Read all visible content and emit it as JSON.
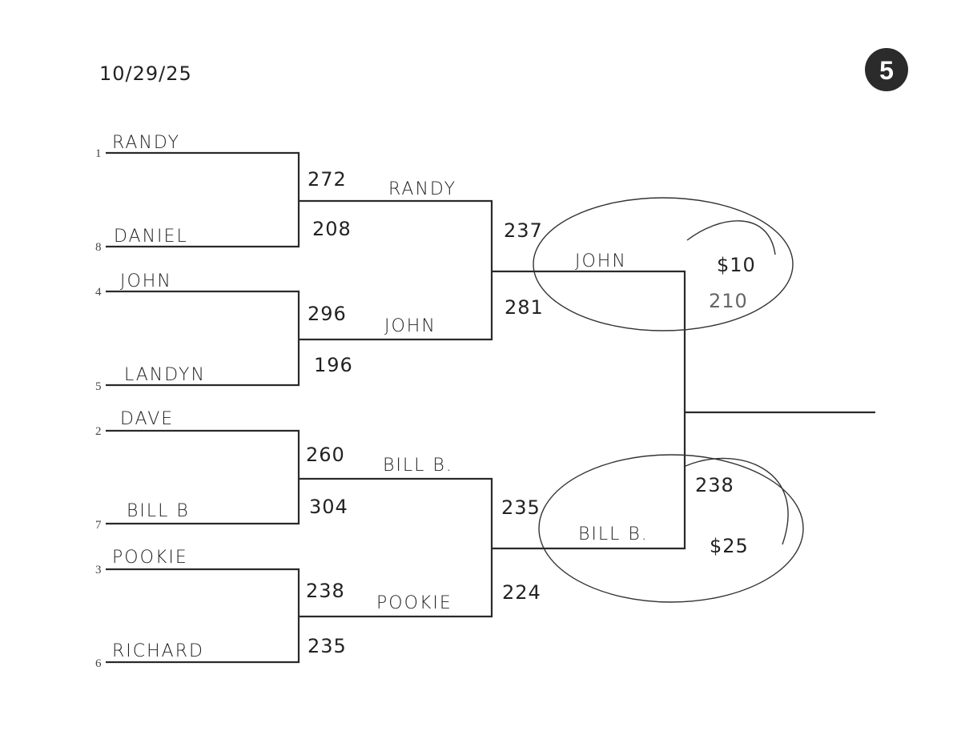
{
  "date": "10/29/25",
  "page_badge": "5",
  "round1": [
    {
      "seed": "1",
      "name": "Randy"
    },
    {
      "seed": "8",
      "name": "Daniel"
    },
    {
      "seed": "4",
      "name": "John"
    },
    {
      "seed": "5",
      "name": "Landyn"
    },
    {
      "seed": "2",
      "name": "Dave"
    },
    {
      "seed": "7",
      "name": "Bill B"
    },
    {
      "seed": "3",
      "name": "Pookie"
    },
    {
      "seed": "6",
      "name": "Richard"
    }
  ],
  "round1_scores": [
    "272",
    "208",
    "296",
    "196",
    "260",
    "304",
    "238",
    "235"
  ],
  "round2": [
    {
      "name": "Randy",
      "score": "237"
    },
    {
      "name": "John",
      "score": "281"
    },
    {
      "name": "Bill B.",
      "score": "235"
    },
    {
      "name": "Pookie",
      "score": "224"
    }
  ],
  "round3": [
    {
      "name": "John",
      "prize": "$10",
      "score": "210"
    },
    {
      "name": "Bill B.",
      "prize": "$25",
      "score": "238"
    }
  ]
}
